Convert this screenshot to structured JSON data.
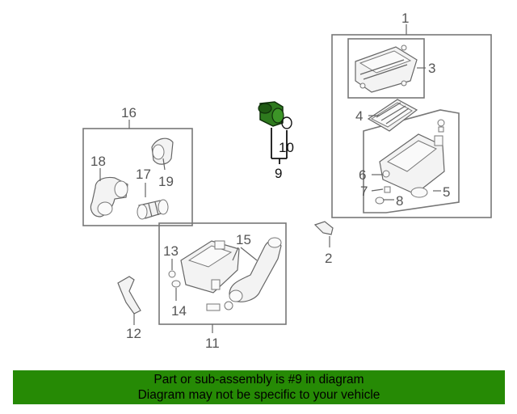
{
  "callouts": {
    "c1": "1",
    "c2": "2",
    "c3": "3",
    "c4": "4",
    "c5": "5",
    "c6": "6",
    "c7": "7",
    "c8": "8",
    "c9": "9",
    "c10": "10",
    "c11": "11",
    "c12": "12",
    "c13": "13",
    "c14": "14",
    "c15": "15",
    "c16": "16",
    "c17": "17",
    "c18": "18",
    "c19": "19"
  },
  "banner": {
    "line1": "Part or sub-assembly is #9 in diagram",
    "line2": "Diagram may not be specific to your vehicle",
    "color": "#268a05"
  },
  "highlight_color": "#2e7a1e"
}
